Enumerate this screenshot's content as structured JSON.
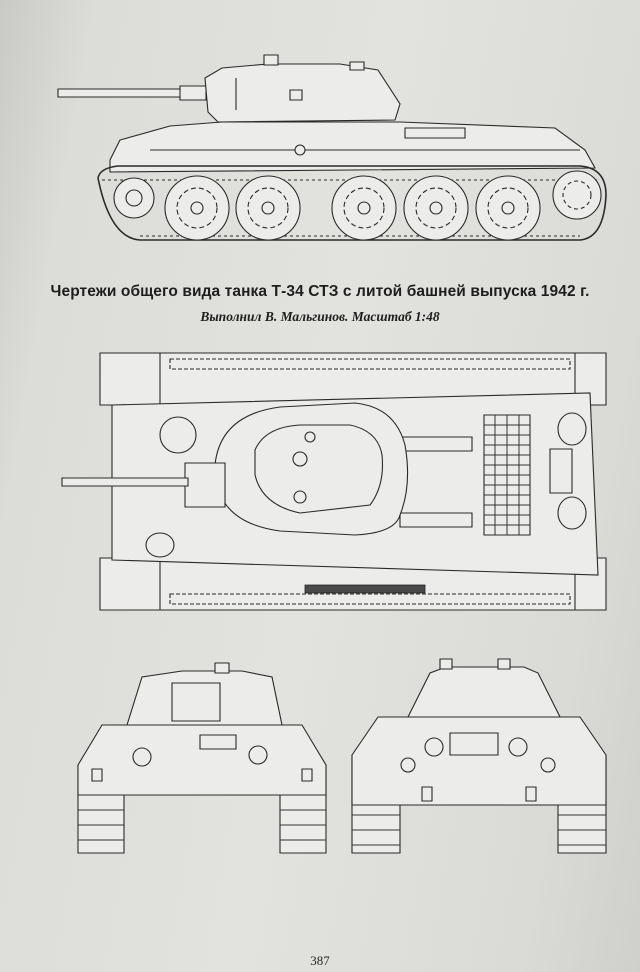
{
  "caption": {
    "title": "Чертежи общего вида танка Т-34 СТЗ с литой башней выпуска 1942 г.",
    "credit": "Выполнил В. Мальгинов. Масштаб 1:48"
  },
  "page_number": "387"
}
